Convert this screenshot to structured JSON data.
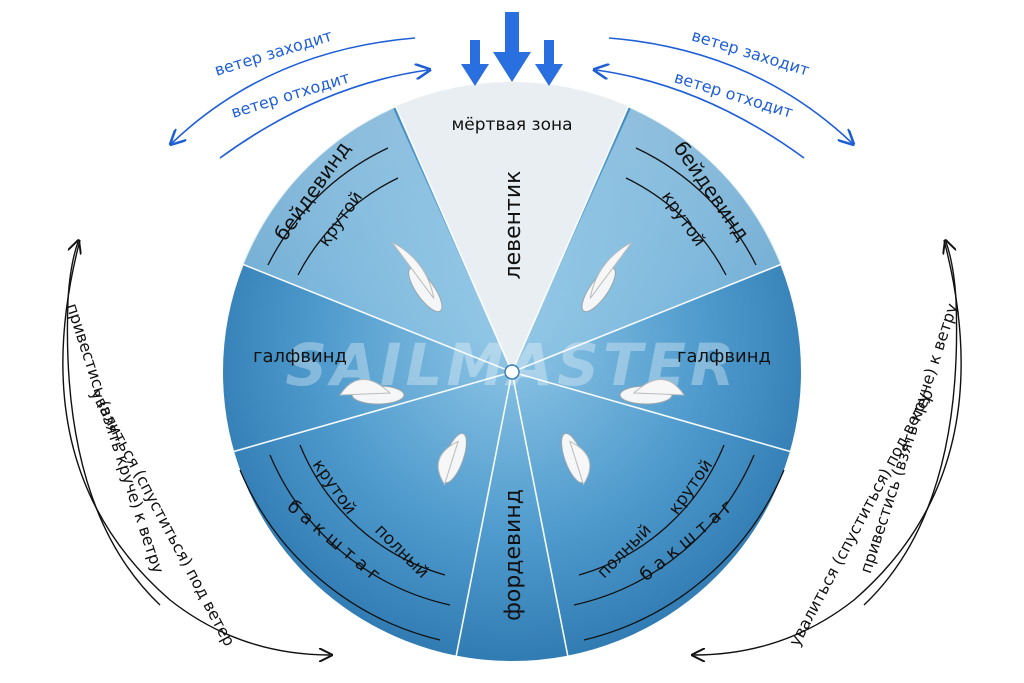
{
  "colors": {
    "sea_light": "#bfe0f2",
    "sea_mid": "#5fa7d3",
    "sea_dark": "#2f7fb8",
    "deadzone": "#e6ebef",
    "arrow_blue": "#1f5fd6",
    "wind_arrow": "#2a6fe0"
  },
  "diagram": {
    "dead_zone": "мёртвая зона",
    "leventik": "левентик",
    "beidewind": "бейдевинд",
    "krutoy": "крутой",
    "galfwind": "галфвинд",
    "polny": "полный",
    "bakshtag": "б а к ш т а г",
    "fordewind": "фордевинд",
    "watermark": "SAILMASTER"
  },
  "arrows": {
    "wind_comes": "ветер заходит",
    "wind_leaves": "ветер отходит",
    "fall_off": "увалиться (спуститься) под ветер",
    "head_up": "привестись (взять круче) к ветру"
  },
  "icons": {
    "wind": "wind-arrows-icon",
    "boat": "sailboat-icon"
  }
}
